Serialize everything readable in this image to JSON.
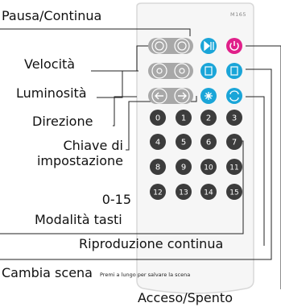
{
  "remote": {
    "model": "M165",
    "key_numbers": [
      "0",
      "1",
      "2",
      "3",
      "4",
      "5",
      "6",
      "7",
      "8",
      "9",
      "10",
      "11",
      "12",
      "13",
      "14",
      "15"
    ]
  },
  "labels": {
    "pausa": "Pausa/Continua",
    "velocita": "Velocità",
    "luminosita": "Luminosità",
    "direzione": "Direzione",
    "chiave_1": "Chiave di",
    "chiave_2": "impostazione",
    "range": "0-15",
    "modalita": "Modalità tasti",
    "riproduzione": "Riproduzione continua",
    "cambia": "Cambia scena",
    "cambia_note": "Premi a lungo per salvare la scena",
    "acceso": "Acceso/Spento"
  },
  "colors": {
    "accent_blue": "#1aa5d8",
    "power_magenta": "#e0208a",
    "key_dark": "#3c3c3c",
    "key_gray": "#a8a8a8"
  }
}
